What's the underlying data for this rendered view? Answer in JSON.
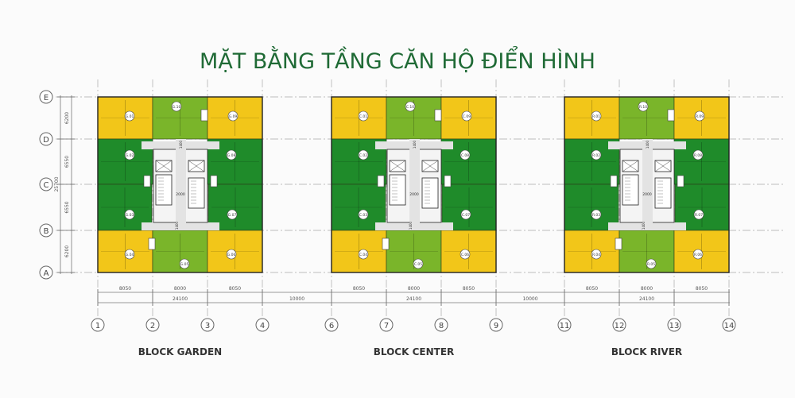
{
  "title": "MẶT BẰNG TẦNG CĂN HỘ ĐIỂN HÌNH",
  "colors": {
    "title": "#1f6a35",
    "corner_unit": "#f2c619",
    "mid_unit": "#7ab52a",
    "side_unit": "#1f8b2a",
    "corridor": "#e3e3e3"
  },
  "row_axes": [
    "E",
    "D",
    "C",
    "B",
    "A"
  ],
  "row_dims": [
    "6200",
    "6550",
    "6550",
    "6200"
  ],
  "row_total": "25700",
  "gap_dims": [
    "10000",
    "10000"
  ],
  "core_dims": {
    "corridor": "2000",
    "lobby_top": "1400",
    "lobby_bottom": "1400"
  },
  "blocks": [
    {
      "name": "BLOCK GARDEN",
      "axes": [
        "1",
        "2",
        "3",
        "4"
      ],
      "col_dims": [
        "8050",
        "8000",
        "8050"
      ],
      "total": "24100",
      "units": [
        "G.01",
        "G.10",
        "G.09",
        "G.02",
        "G.08",
        "G.03",
        "G.07",
        "G.04",
        "G.05",
        "G.06"
      ]
    },
    {
      "name": "BLOCK CENTER",
      "axes": [
        "6",
        "7",
        "8",
        "9"
      ],
      "col_dims": [
        "8050",
        "8000",
        "8050"
      ],
      "total": "24100",
      "units": [
        "C.01",
        "C.10",
        "C.09",
        "C.02",
        "C.08",
        "C.03",
        "C.07",
        "C.04",
        "C.05",
        "C.06"
      ]
    },
    {
      "name": "BLOCK RIVER",
      "axes": [
        "11",
        "12",
        "13",
        "14"
      ],
      "col_dims": [
        "8050",
        "8000",
        "8050"
      ],
      "total": "24100",
      "units": [
        "R.01",
        "R.10",
        "R.09",
        "R.02",
        "R.08",
        "R.03",
        "R.07",
        "R.04",
        "R.05",
        "R.06"
      ]
    }
  ]
}
